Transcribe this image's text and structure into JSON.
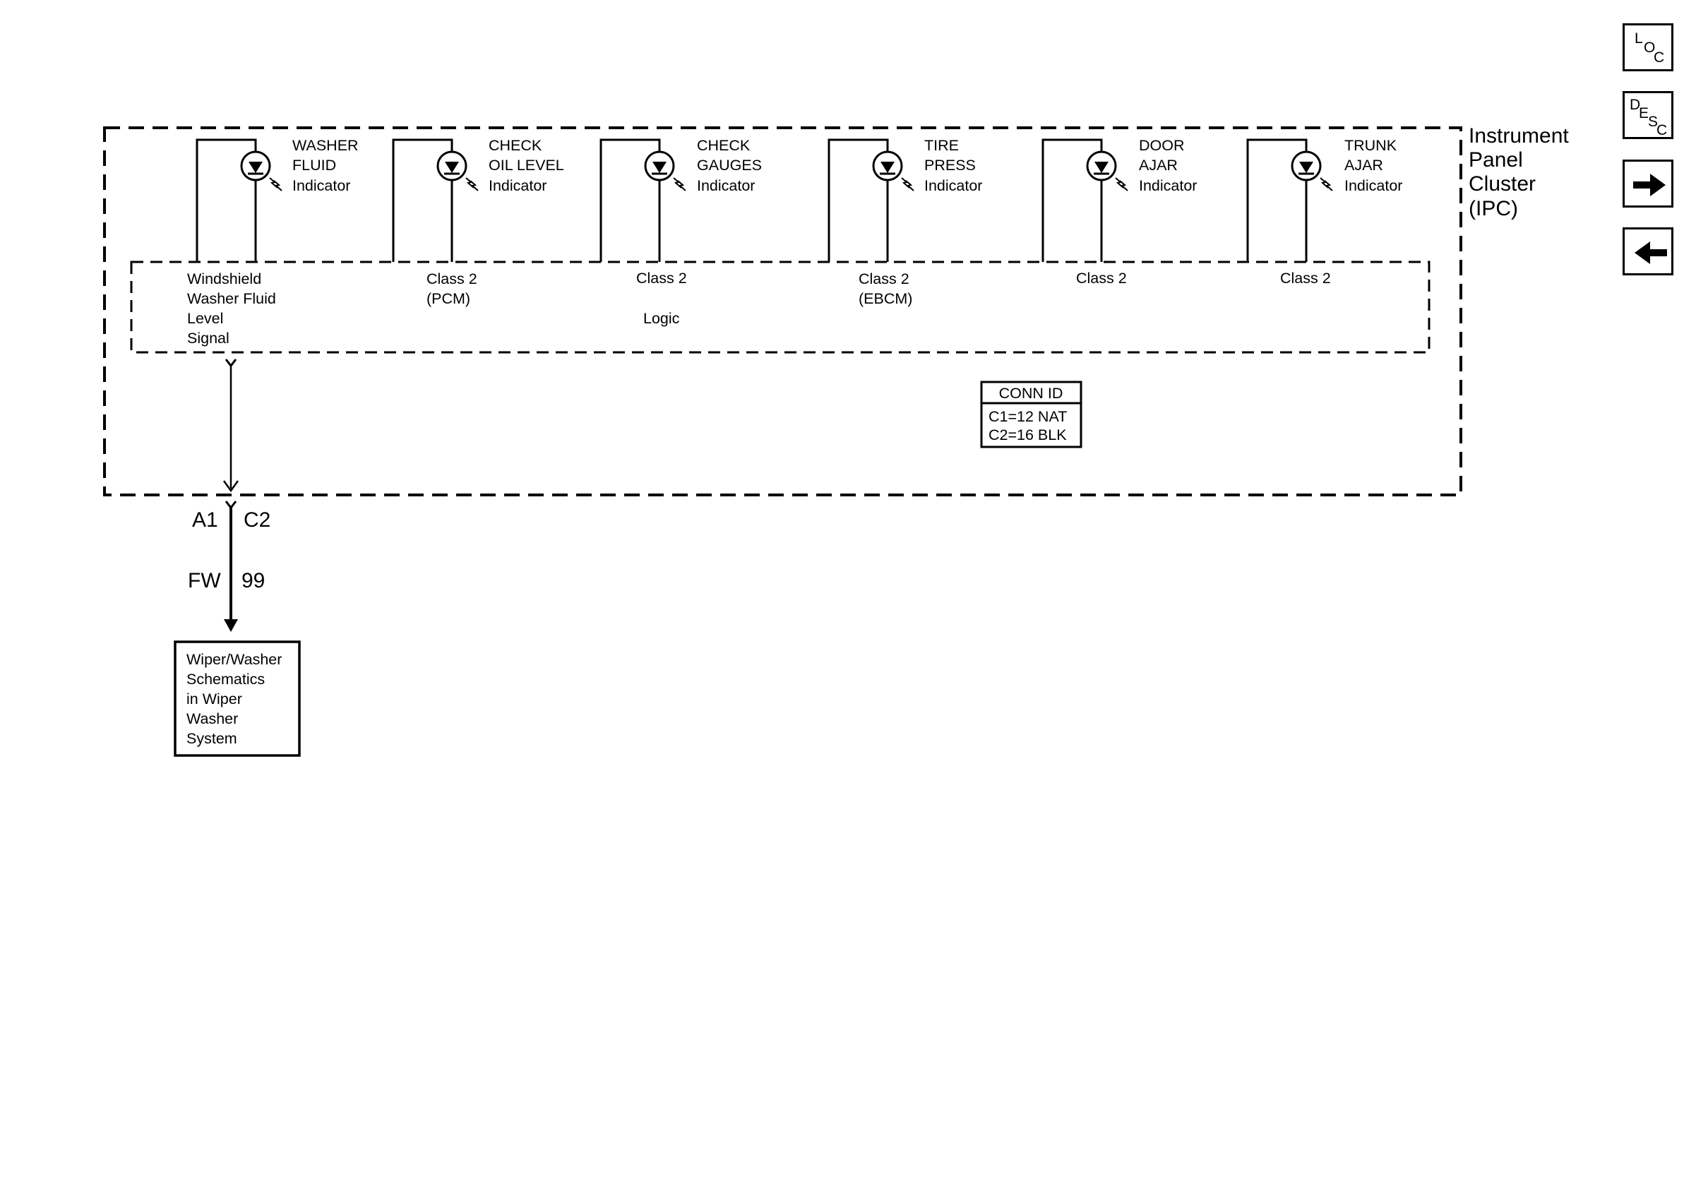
{
  "ipc": {
    "label": [
      "Instrument",
      "Panel",
      "Cluster",
      "(IPC)"
    ]
  },
  "indicators": [
    {
      "label": [
        "WASHER",
        "FLUID",
        "Indicator"
      ],
      "signal": [
        "Windshield",
        "Washer Fluid",
        "Level",
        "Signal"
      ]
    },
    {
      "label": [
        "CHECK",
        "OIL LEVEL",
        "Indicator"
      ],
      "signal": [
        "Class 2",
        "(PCM)"
      ]
    },
    {
      "label": [
        "CHECK",
        "GAUGES",
        "Indicator"
      ],
      "signal": [
        "Class 2"
      ]
    },
    {
      "label": [
        "TIRE",
        "PRESS",
        "Indicator"
      ],
      "signal": [
        "Class 2",
        "(EBCM)"
      ]
    },
    {
      "label": [
        "DOOR",
        "AJAR",
        "Indicator"
      ],
      "signal": [
        "Class 2"
      ]
    },
    {
      "label": [
        "TRUNK",
        "AJAR",
        "Indicator"
      ],
      "signal": [
        "Class 2"
      ]
    }
  ],
  "logic_label": "Logic",
  "conn_id": {
    "title": "CONN ID",
    "lines": [
      "C1=12 NAT",
      "C2=16 BLK"
    ]
  },
  "connector": {
    "pin": "A1",
    "conn": "C2"
  },
  "wire": {
    "color": "FW",
    "circuit": "99"
  },
  "destination": {
    "lines": [
      "Wiper/Washer",
      "Schematics",
      "in Wiper",
      "Washer",
      "System"
    ]
  },
  "nav": {
    "loc": [
      "L",
      "O",
      "C"
    ],
    "desc": [
      "D",
      "E",
      "S",
      "C"
    ]
  }
}
